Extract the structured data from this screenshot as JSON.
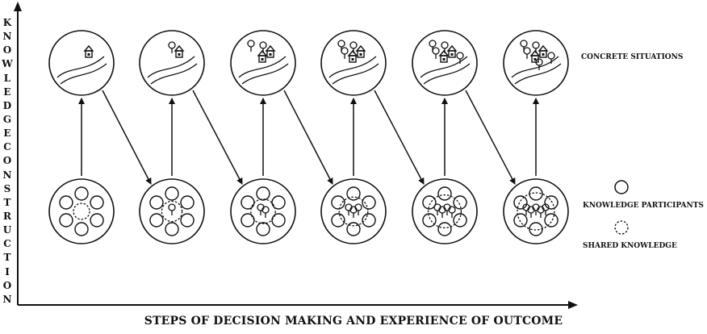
{
  "axes": {
    "y_label": "KNOWLEDGE CONSTRUCTION",
    "x_label": "STEPS OF DECISION MAKING AND EXPERIENCE OF OUTCOME"
  },
  "labels": {
    "concrete_situations": "CONCRETE SITUATIONS",
    "knowledge_participants": "KNOWLEDGE PARTICIPANTS",
    "shared_knowledge": "SHARED KNOWLEDGE"
  },
  "steps": [
    {
      "houses": 1,
      "trees": 0,
      "shared_glyphs": 0
    },
    {
      "houses": 1,
      "trees": 1,
      "shared_glyphs": 1
    },
    {
      "houses": 2,
      "trees": 2,
      "shared_glyphs": 2
    },
    {
      "houses": 2,
      "trees": 3,
      "shared_glyphs": 3
    },
    {
      "houses": 2,
      "trees": 4,
      "shared_glyphs": 4
    },
    {
      "houses": 2,
      "trees": 5,
      "shared_glyphs": 5
    }
  ],
  "colors": {
    "ink": "#111111",
    "background": "#ffffff"
  }
}
